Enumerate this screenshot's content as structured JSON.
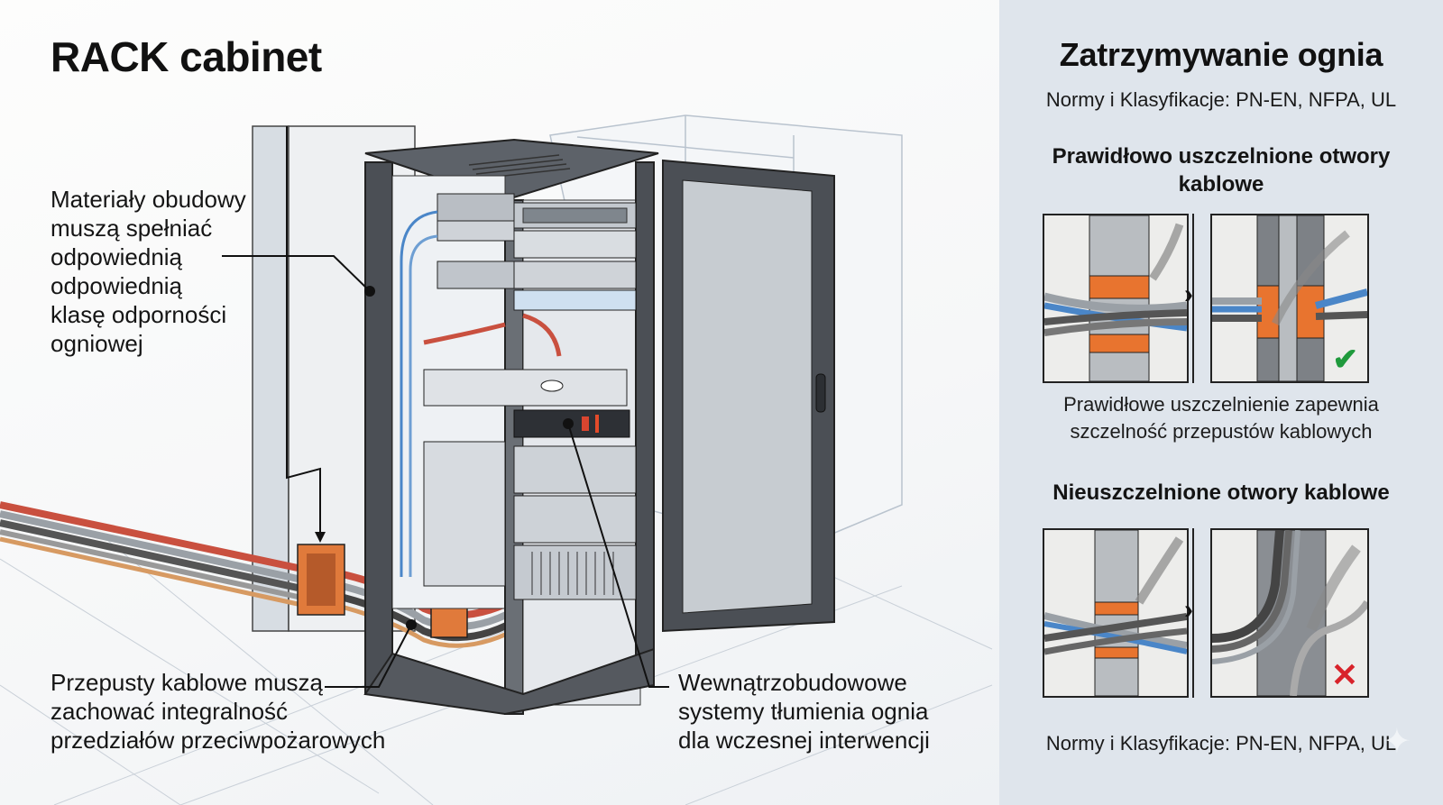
{
  "left": {
    "title": "RACK cabinet",
    "callouts": [
      {
        "text": "Materiały obudowy\nmuszą spełniać\nodpowiednią\nodpowiednią\nklasę odporności\nogniowej",
        "target": "cabinet-frame"
      },
      {
        "text": "Przepusty kablowe muszą\nzachować integralność\nprzedziałów przeciwpożarowych",
        "target": "cable-penetration"
      },
      {
        "text": "Wewnątrzobudowowe\nsystemy tłumienia ognia\ndla wczesnej interwencji",
        "target": "fire-suppression-unit"
      }
    ]
  },
  "right": {
    "title": "Zatrzymywanie ognia",
    "standards_top": "Normy i Klasyfikacje: PN-EN, NFPA, UL",
    "sealed": {
      "heading": "Prawidłowo uszczelnione otwory kablowe",
      "caption": "Prawidłowe uszczelnienie zapewnia\nszczelność przepustów kablowych",
      "status_icon": "check-icon",
      "status_color": "#1f9a3c"
    },
    "unsealed": {
      "heading": "Nieuszczelnione otwory kablowe",
      "status_icon": "cross-icon",
      "status_color": "#d8232a"
    },
    "standards_bottom": "Normy i Klasyfikacje: PN-EN, NFPA, UL"
  },
  "colors": {
    "right_panel_bg": "#dfe5ec",
    "seal_orange": "#e8742f",
    "cable_blue": "#4a86c8",
    "cabinet_dark": "#4b4f55"
  }
}
